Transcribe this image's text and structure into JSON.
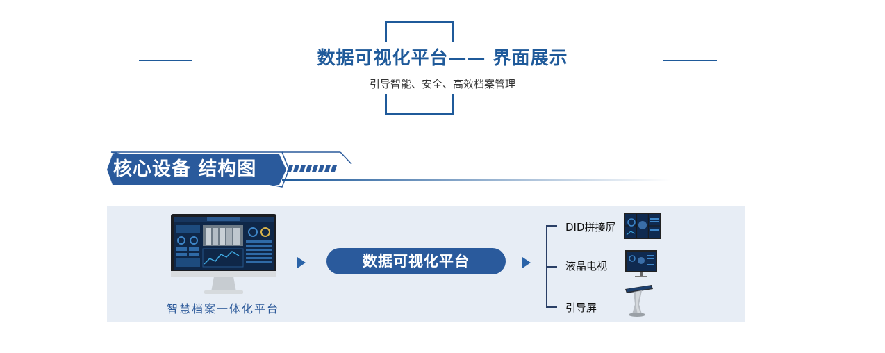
{
  "header": {
    "title": "数据可视化平台—— 界面展示",
    "subtitle": "引导智能、安全、高效档案管理"
  },
  "section": {
    "title": "核心设备 结构图"
  },
  "diagram": {
    "source_label": "智慧档案一体化平台",
    "center_label": "数据可视化平台",
    "devices": [
      {
        "label": "DID拼接屏",
        "icon": "video-wall-icon"
      },
      {
        "label": "液晶电视",
        "icon": "lcd-tv-icon"
      },
      {
        "label": "引导屏",
        "icon": "kiosk-icon"
      }
    ]
  },
  "colors": {
    "brand": "#1f5a9a",
    "pill": "#2a5a9c",
    "panel_bg": "#e7edf5"
  }
}
